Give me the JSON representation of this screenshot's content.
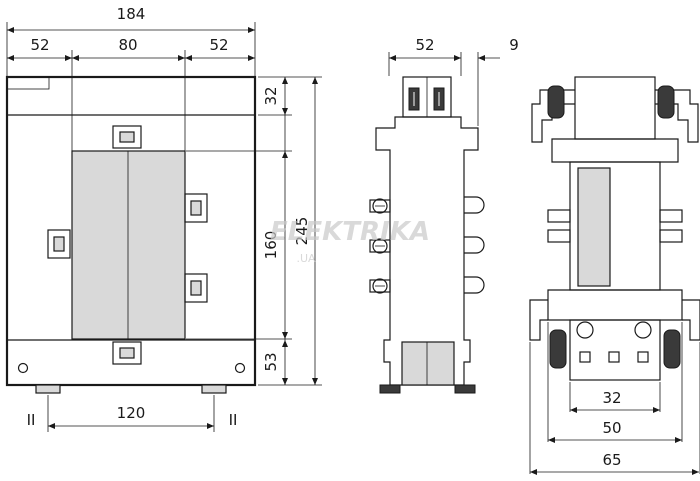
{
  "dimensions": {
    "front": {
      "overall_width": "184",
      "left_margin": "52",
      "window_width": "80",
      "right_margin": "52",
      "top_height": "32",
      "window_height": "160",
      "overall_height": "245",
      "bottom_height": "53",
      "mount_spacing": "120",
      "section_mark_left": "II",
      "section_mark_right": "II"
    },
    "side": {
      "body_width": "52",
      "terminal_offset": "9"
    },
    "end": {
      "terminal_spacing": "32",
      "base_width": "50",
      "overall_width": "65"
    }
  },
  "watermark": {
    "brand": "ELEKTRIKA",
    "domain": ".UA"
  }
}
